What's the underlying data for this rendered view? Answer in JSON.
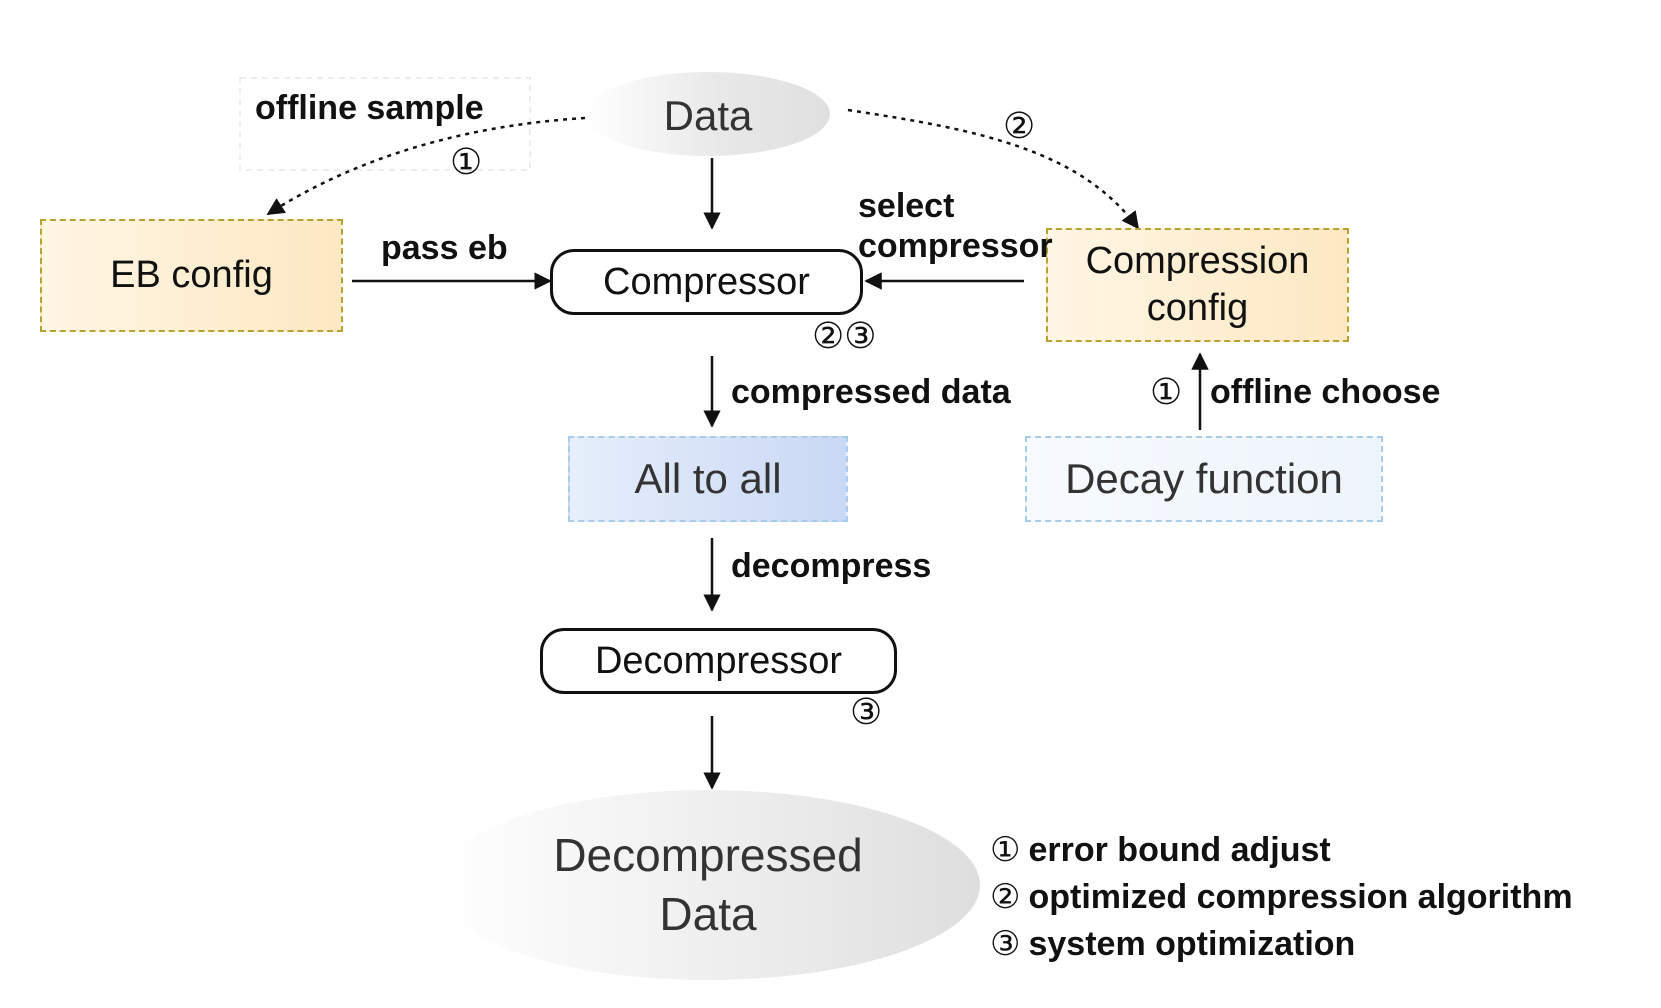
{
  "nodes": {
    "data": "Data",
    "eb_config": "EB config",
    "compressor": "Compressor",
    "compression_config_line1": "Compression",
    "compression_config_line2": "config",
    "all_to_all": "All to all",
    "decay_function": "Decay function",
    "decompressor": "Decompressor",
    "decompressed_line1": "Decompressed",
    "decompressed_line2": "Data"
  },
  "edges": {
    "offline_sample": "offline sample",
    "pass_eb": "pass eb",
    "select_line1": "select",
    "select_line2": "compressor",
    "compressed_data": "compressed data",
    "offline_choose": "offline choose",
    "decompress": "decompress"
  },
  "markers": {
    "one": "①",
    "two": "②",
    "three": "③",
    "two_three": "②③"
  },
  "legend": [
    {
      "num": "①",
      "text": "error bound adjust"
    },
    {
      "num": "②",
      "text": "optimized compression algorithm"
    },
    {
      "num": "③",
      "text": "system optimization"
    }
  ]
}
